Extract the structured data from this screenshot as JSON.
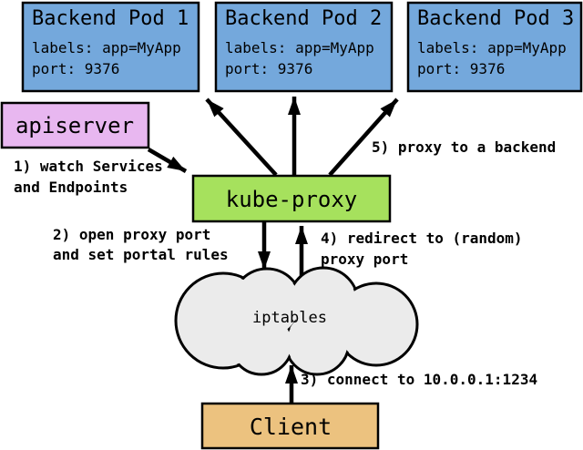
{
  "diagram": {
    "pods": [
      {
        "title": "Backend Pod 1",
        "labels_line": "labels: app=MyApp",
        "port_line": "port: 9376"
      },
      {
        "title": "Backend Pod 2",
        "labels_line": "labels: app=MyApp",
        "port_line": "port: 9376"
      },
      {
        "title": "Backend Pod 3",
        "labels_line": "labels: app=MyApp",
        "port_line": "port: 9376"
      }
    ],
    "apiserver": {
      "label": "apiserver"
    },
    "kube_proxy": {
      "label": "kube-proxy"
    },
    "iptables": {
      "label": "iptables"
    },
    "client": {
      "label": "Client"
    },
    "annotations": {
      "step1": {
        "line1": "1) watch Services",
        "line2": "and Endpoints"
      },
      "step2": {
        "line1": "2) open proxy port",
        "line2": "and set portal rules"
      },
      "step3": {
        "line1": "3) connect to 10.0.0.1:1234"
      },
      "step4": {
        "line1": "4) redirect to (random)",
        "line2": "proxy port"
      },
      "step5": {
        "line1": "5) proxy to a backend"
      }
    },
    "colors": {
      "pod_fill": "#74a8dc",
      "apiserver_fill": "#e8b7f0",
      "kube_proxy_fill": "#a6e15d",
      "client_fill": "#ecc27f",
      "cloud_fill": "#ebebeb",
      "border": "#000000"
    }
  }
}
